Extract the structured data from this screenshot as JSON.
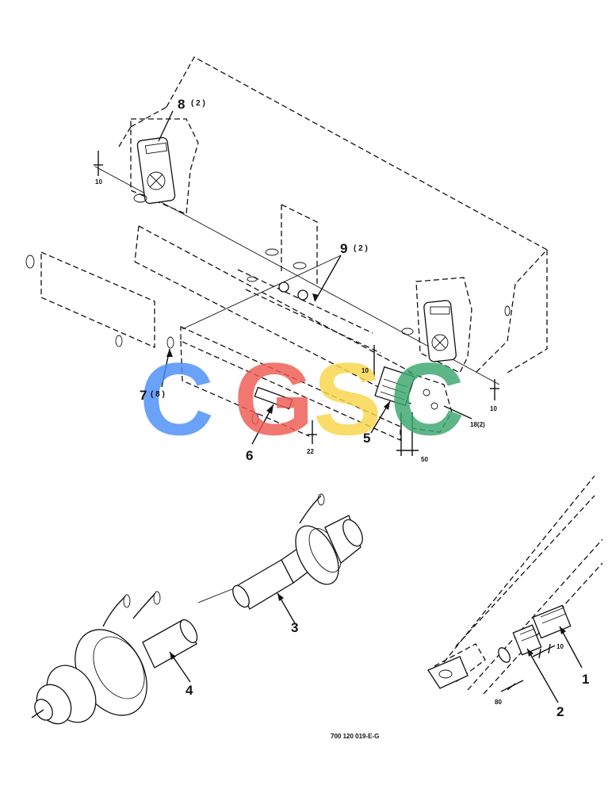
{
  "callouts": {
    "c1": "1",
    "c2": "2",
    "c3": "3",
    "c4": "4",
    "c5": "5",
    "c6": "6",
    "c7": "7",
    "c7_qty": "( 8 )",
    "c8": "8",
    "c8_qty": "( 2 )",
    "c9": "9",
    "c9_qty": "( 2 )"
  },
  "dimensions": {
    "d10_upper_left": "10",
    "d10_upper_right": "10",
    "d10_mid": "10",
    "d18": "18(2)",
    "d22": "22",
    "d50": "50",
    "d10_lower": "10",
    "d80": "80"
  },
  "drawing_number": "700 120 019-E-G",
  "watermark": {
    "letters": [
      "C",
      "G",
      "S",
      "C"
    ],
    "colors": [
      "#4a8df8",
      "#ef5a52",
      "#f9d54a",
      "#3aa76d"
    ]
  }
}
